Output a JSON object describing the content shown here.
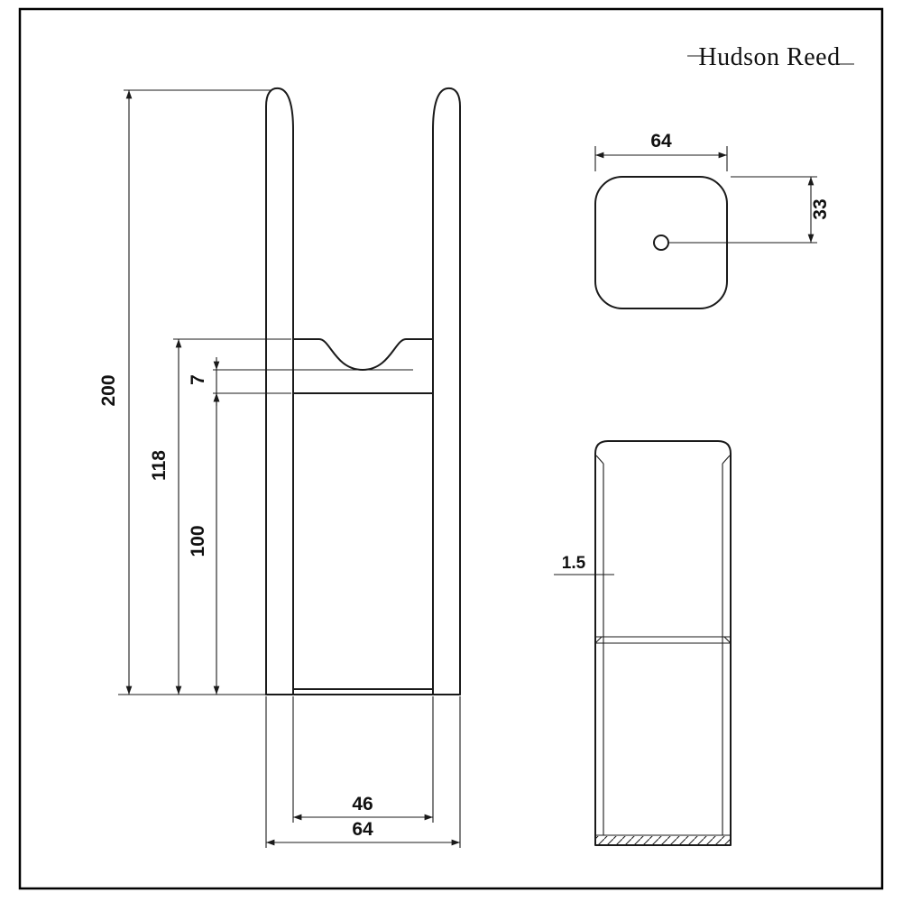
{
  "colors": {
    "line": "#1a1a1a",
    "background": "#ffffff"
  },
  "logo": {
    "brand": "Hudson Reed"
  },
  "front_view": {
    "dim_total_height": "200",
    "dim_saddle_to_base": "118",
    "dim_slot_depth": "100",
    "dim_saddle_depth": "7",
    "dim_inner_width": "46",
    "dim_outer_width": "64"
  },
  "top_view": {
    "dim_width": "64",
    "dim_hole_offset": "33"
  },
  "side_view": {
    "dim_wall_thickness": "1.5"
  }
}
